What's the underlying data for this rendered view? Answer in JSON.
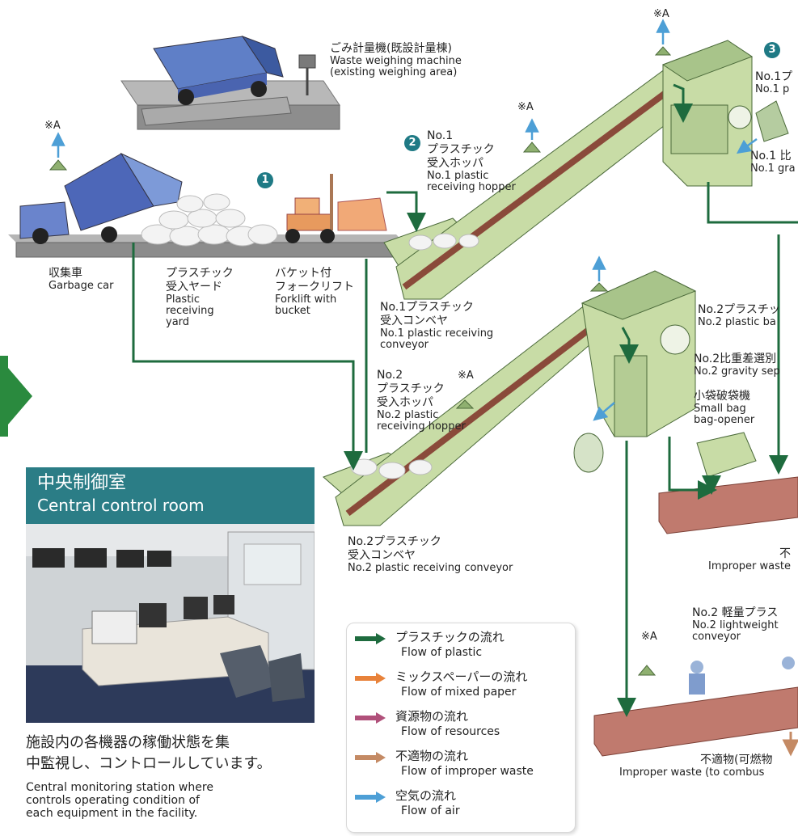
{
  "labels": {
    "weighing_jp": "ごみ計量機(既設計量棟)",
    "weighing_en1": "Waste weighing machine",
    "weighing_en2": "(existing weighing area)",
    "garbage_car_jp": "収集車",
    "garbage_car_en": "Garbage car",
    "yard_jp1": "プラスチック",
    "yard_jp2": "受入ヤード",
    "yard_en1": "Plastic",
    "yard_en2": "receiving",
    "yard_en3": "yard",
    "forklift_jp1": "バケット付",
    "forklift_jp2": "フォークリフト",
    "forklift_en1": "Forklift with",
    "forklift_en2": "bucket",
    "hopper1_jp1": "No.1",
    "hopper1_jp2": "プラスチック",
    "hopper1_jp3": "受入ホッパ",
    "hopper1_en1": "No.1 plastic",
    "hopper1_en2": "receiving hopper",
    "conv1_jp": "No.1プラスチック",
    "conv1_jp2": "受入コンベヤ",
    "conv1_en1": "No.1 plastic receiving",
    "conv1_en2": "conveyor",
    "hopper2_jp1": "No.2",
    "hopper2_jp2": "プラスチック",
    "hopper2_jp3": "受入ホッパ",
    "hopper2_en1": "No.2 plastic",
    "hopper2_en2": "receiving hopper",
    "conv2_jp1": "No.2プラスチック",
    "conv2_jp2": "受入コンベヤ",
    "conv2_en": "No.2 plastic receiving conveyor",
    "no1_right_jp": "No.1プ",
    "no1_right_en": "No.1 p",
    "no1_b_jp": "No.1 比",
    "no1_b_en": "No.1 gra",
    "no2_bag_jp": "No.2プラスチッ",
    "no2_bag_en": "No.2 plastic ba",
    "no2_grav_jp": "No.2比重差選別",
    "no2_grav_en": "No.2 gravity sep",
    "small_bag_jp": "小袋破袋機",
    "small_bag_en1": "Small bag",
    "small_bag_en2": "bag-opener",
    "improper_jp": "不",
    "improper_en": "Improper waste",
    "light_jp": "No.2 軽量プラス",
    "light_en1": "No.2 lightweight",
    "light_en2": "conveyor",
    "improper2_jp": "不適物(可燃物",
    "improper2_en": "Improper waste (to combus",
    "air_mark": "※A",
    "num1": "1",
    "num2": "2",
    "num3": "3"
  },
  "control_room": {
    "title_jp": "中央制御室",
    "title_en": "Central control room",
    "desc_jp1": "施設内の各機器の稼働状態を集",
    "desc_jp2": "中監視し、コントロールしています。",
    "desc_en1": "Central monitoring station where",
    "desc_en2": "controls operating condition of",
    "desc_en3": "each equipment in the facility."
  },
  "legend": [
    {
      "jp": "プラスチックの流れ",
      "en": "Flow of plastic",
      "color": "#1e6b3e"
    },
    {
      "jp": "ミックスペーパーの流れ",
      "en": "Flow of mixed paper",
      "color": "#e8823a"
    },
    {
      "jp": "資源物の流れ",
      "en": "Flow of resources",
      "color": "#b0507a"
    },
    {
      "jp": "不適物の流れ",
      "en": "Flow of improper waste",
      "color": "#c48a64"
    },
    {
      "jp": "空気の流れ",
      "en": "Flow of air",
      "color": "#4d9fd6"
    }
  ],
  "colors": {
    "plastic_flow": "#1e6b3e",
    "conveyor_body": "#c8dca6",
    "conveyor_belt": "#8a4a3a",
    "panel_header": "#2b7d86",
    "platform": "#9a9a9a"
  }
}
